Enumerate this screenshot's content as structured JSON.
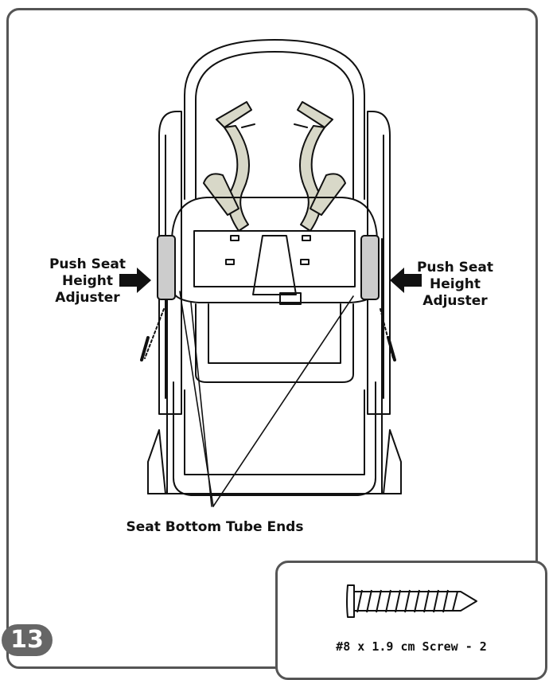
{
  "step": {
    "number": "13"
  },
  "labels": {
    "push_left": [
      "Push Seat",
      "Height",
      "Adjuster"
    ],
    "push_right": [
      "Push Seat",
      "Height",
      "Adjuster"
    ],
    "tube_ends": "Seat Bottom Tube Ends"
  },
  "hardware": {
    "caption": "#8 x 1.9 cm Screw - 2"
  },
  "icons": [
    "high-chair-illustration",
    "arrow-right-icon",
    "arrow-left-icon",
    "screw-icon"
  ],
  "colors": {
    "line": "#111111",
    "frame": "#555555",
    "badge": "#666666",
    "strap": "#d8d8c8"
  }
}
